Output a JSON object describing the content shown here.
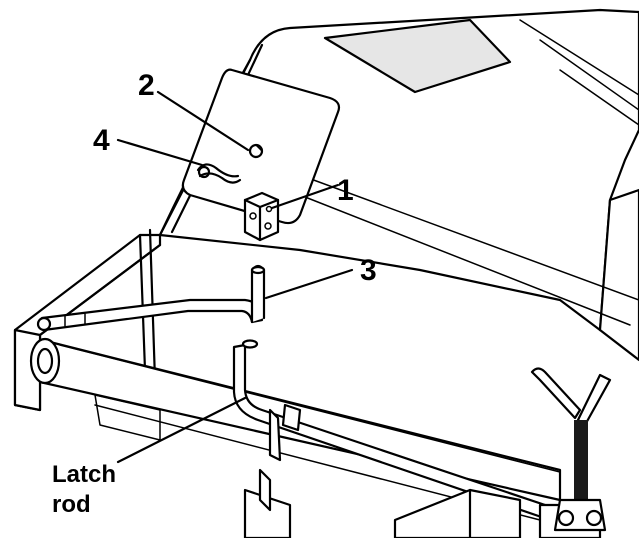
{
  "callouts": {
    "one": "1",
    "two": "2",
    "three": "3",
    "four": "4"
  },
  "labels": {
    "latch_rod_line1": "Latch",
    "latch_rod_line2": "rod"
  }
}
